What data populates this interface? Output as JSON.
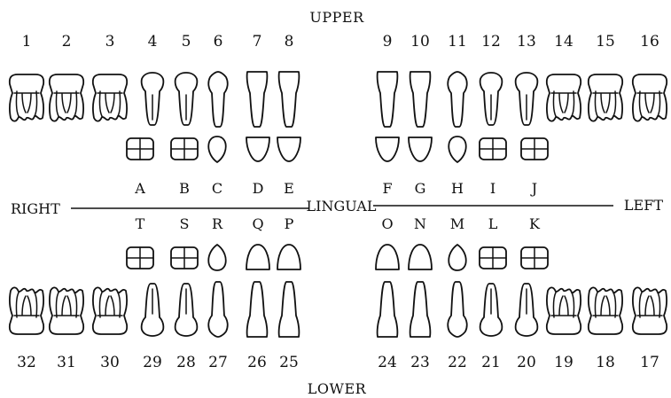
{
  "labels": {
    "upper": "UPPER",
    "lower": "LOWER",
    "right": "RIGHT",
    "left": "LEFT",
    "lingual": "LINGUAL"
  },
  "permanent_upper": [
    {
      "number": "1",
      "type": "molar"
    },
    {
      "number": "2",
      "type": "molar"
    },
    {
      "number": "3",
      "type": "molar"
    },
    {
      "number": "4",
      "type": "premolar"
    },
    {
      "number": "5",
      "type": "premolar"
    },
    {
      "number": "6",
      "type": "canine"
    },
    {
      "number": "7",
      "type": "incisor"
    },
    {
      "number": "8",
      "type": "incisor"
    },
    {
      "number": "9",
      "type": "incisor"
    },
    {
      "number": "10",
      "type": "incisor"
    },
    {
      "number": "11",
      "type": "canine"
    },
    {
      "number": "12",
      "type": "premolar"
    },
    {
      "number": "13",
      "type": "premolar"
    },
    {
      "number": "14",
      "type": "molar"
    },
    {
      "number": "15",
      "type": "molar"
    },
    {
      "number": "16",
      "type": "molar"
    }
  ],
  "primary_upper": [
    {
      "letter": "A",
      "type": "molar"
    },
    {
      "letter": "B",
      "type": "molar"
    },
    {
      "letter": "C",
      "type": "canine"
    },
    {
      "letter": "D",
      "type": "incisor"
    },
    {
      "letter": "E",
      "type": "incisor"
    },
    {
      "letter": "F",
      "type": "incisor"
    },
    {
      "letter": "G",
      "type": "incisor"
    },
    {
      "letter": "H",
      "type": "canine"
    },
    {
      "letter": "I",
      "type": "molar"
    },
    {
      "letter": "J",
      "type": "molar"
    }
  ],
  "primary_lower": [
    {
      "letter": "T",
      "type": "molar"
    },
    {
      "letter": "S",
      "type": "molar"
    },
    {
      "letter": "R",
      "type": "canine"
    },
    {
      "letter": "Q",
      "type": "incisor"
    },
    {
      "letter": "P",
      "type": "incisor"
    },
    {
      "letter": "O",
      "type": "incisor"
    },
    {
      "letter": "N",
      "type": "incisor"
    },
    {
      "letter": "M",
      "type": "canine"
    },
    {
      "letter": "L",
      "type": "molar"
    },
    {
      "letter": "K",
      "type": "molar"
    }
  ],
  "permanent_lower": [
    {
      "number": "32",
      "type": "molar"
    },
    {
      "number": "31",
      "type": "molar"
    },
    {
      "number": "30",
      "type": "molar"
    },
    {
      "number": "29",
      "type": "premolar"
    },
    {
      "number": "28",
      "type": "premolar"
    },
    {
      "number": "27",
      "type": "canine"
    },
    {
      "number": "26",
      "type": "incisor"
    },
    {
      "number": "25",
      "type": "incisor"
    },
    {
      "number": "24",
      "type": "incisor"
    },
    {
      "number": "23",
      "type": "incisor"
    },
    {
      "number": "22",
      "type": "canine"
    },
    {
      "number": "21",
      "type": "premolar"
    },
    {
      "number": "20",
      "type": "premolar"
    },
    {
      "number": "19",
      "type": "molar"
    },
    {
      "number": "18",
      "type": "molar"
    },
    {
      "number": "17",
      "type": "molar"
    }
  ]
}
